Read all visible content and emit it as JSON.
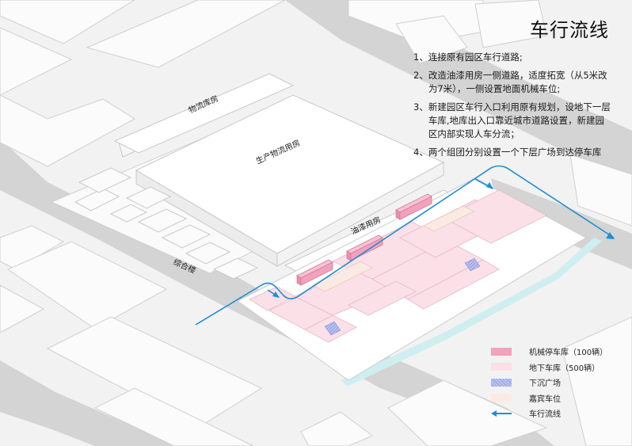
{
  "title": "车行流线",
  "notes": [
    {
      "num": "1、",
      "text": "连接原有园区车行道路;"
    },
    {
      "num": "2、",
      "text": "改造油漆用房一侧道路，适度拓宽（从5米改为7米），一侧设置地面机械车位;"
    },
    {
      "num": "3、",
      "text": "新建园区车行入口利用原有规划，设地下一层车库,地库出入口靠近城市道路设置，新建园区内部实现人车分流；"
    },
    {
      "num": "4、",
      "text": "两个组团分别设置一个下层广场到达停车库"
    }
  ],
  "buildings": {
    "warehouse": "物流库房",
    "production": "生产物流用房",
    "paint": "油漆用房",
    "complex": "综合楼"
  },
  "legend": [
    {
      "label": "机械停车库（100辆）",
      "color": "#f2a2bd",
      "kind": "fill"
    },
    {
      "label": "地下车库（500辆）",
      "color": "#fbe0e8",
      "kind": "fill"
    },
    {
      "label": "下沉广场",
      "color": "#b9c0ef",
      "kind": "hatch"
    },
    {
      "label": "嘉宾车位",
      "color": "#fbeae4",
      "kind": "fill"
    },
    {
      "label": "车行流线",
      "color": "#1f8fd1",
      "kind": "arrow"
    }
  ]
}
